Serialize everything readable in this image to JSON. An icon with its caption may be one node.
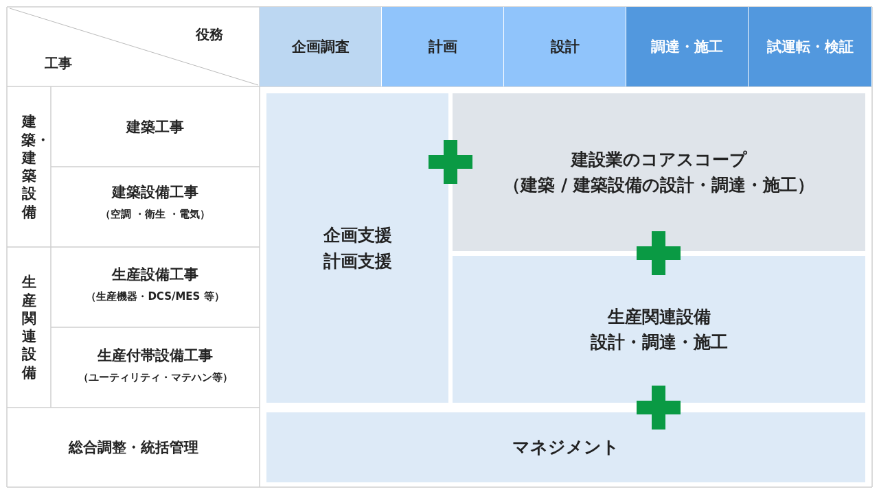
{
  "diagram": {
    "nodes": [
      {
        "text": [
          "企画支援",
          "計画支援"
        ]
      },
      {
        "text": [
          "建設業のコアスコープ",
          "（建築 / 建築設備の設計・調達・施工）"
        ]
      },
      {
        "text": [
          "生産関連設備",
          "設計・調達・施工"
        ]
      },
      {
        "text": [
          "マネジメント"
        ]
      }
    ],
    "edges": [],
    "labels": [
      "役務",
      "工事",
      "企画調査",
      "計画",
      "設計",
      "調達・施工",
      "試運転・検証",
      "建築・建築設備",
      "建築工事",
      "建築設備工事",
      "（空調 ・衛生 ・電気）",
      "生産関連設備",
      "生産設備工事",
      "（生産機器・DCS/MES 等）",
      "生産付帯設備工事",
      "（ユーティリティ・マテハン等）",
      "総合調整・統括管理"
    ]
  }
}
